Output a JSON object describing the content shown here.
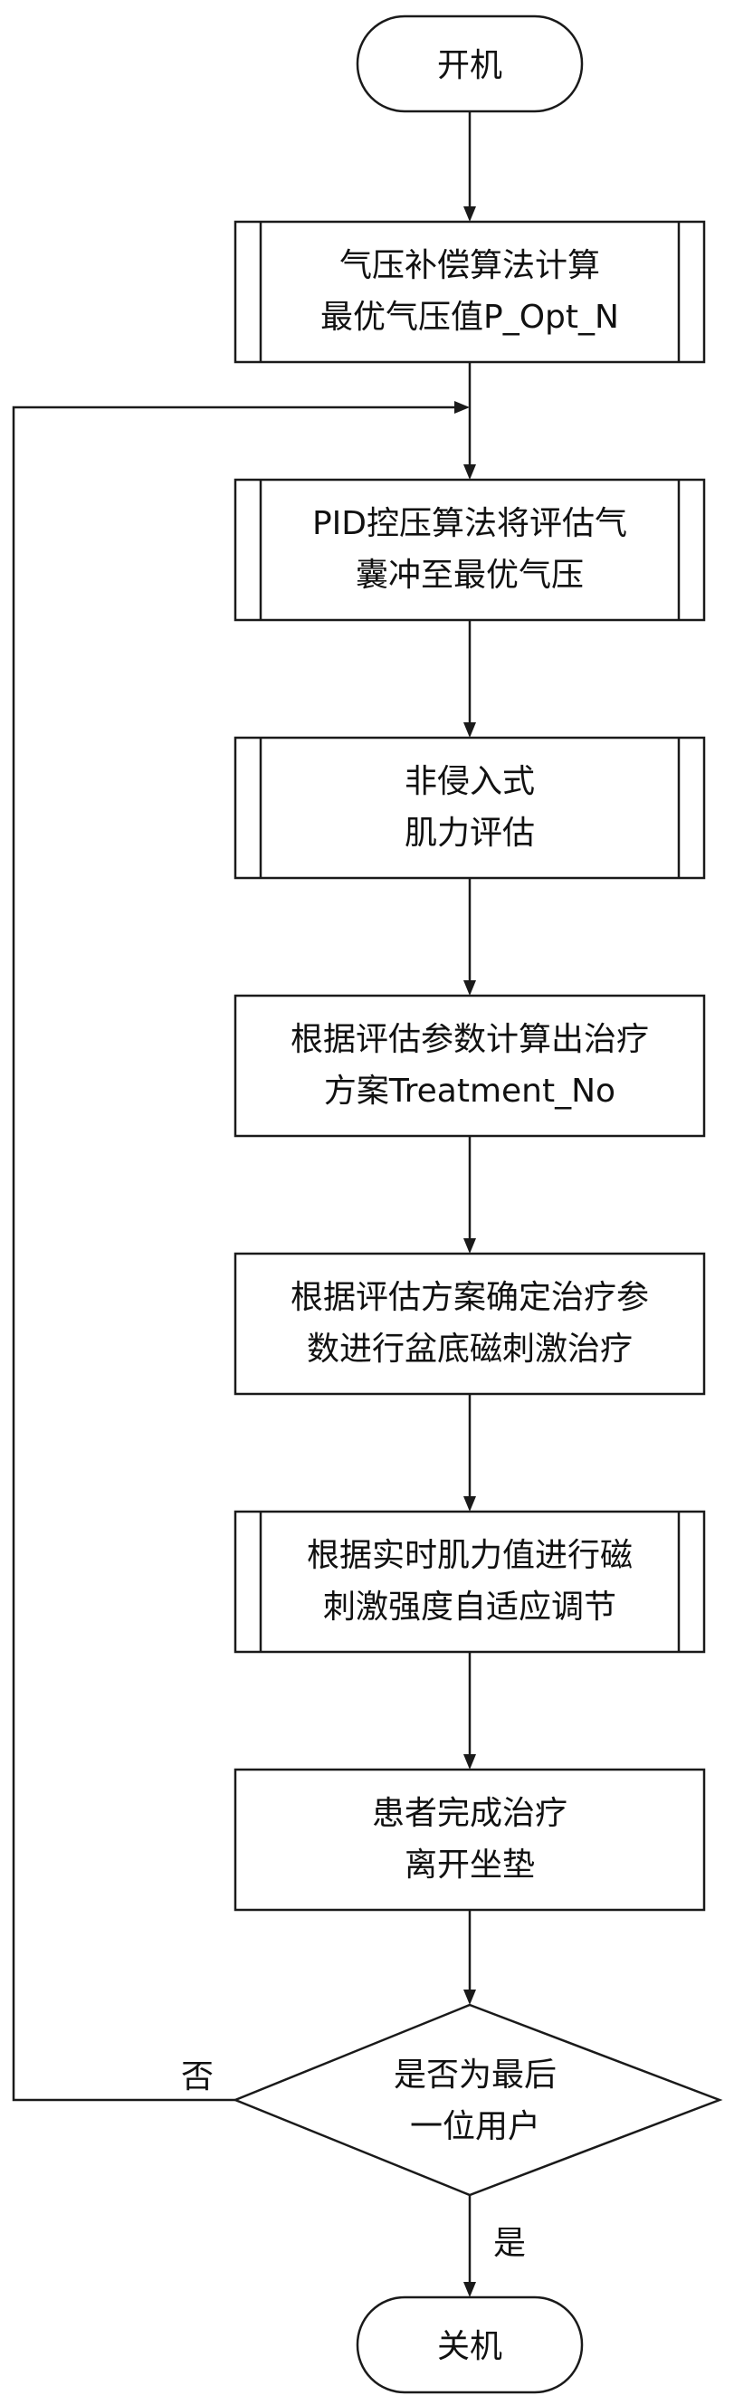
{
  "flowchart": {
    "start": {
      "label": "开机"
    },
    "steps": [
      {
        "lines": [
          "气压补偿算法计算",
          "最优气压值P_Opt_N"
        ],
        "kind": "predefined-process"
      },
      {
        "lines": [
          "PID控压算法将评估气",
          "囊冲至最优气压"
        ],
        "kind": "predefined-process"
      },
      {
        "lines": [
          "非侵入式",
          "肌力评估"
        ],
        "kind": "predefined-process"
      },
      {
        "lines": [
          "根据评估参数计算出治疗",
          "方案Treatment_No"
        ],
        "kind": "process"
      },
      {
        "lines": [
          "根据评估方案确定治疗参",
          "数进行盆底磁刺激治疗"
        ],
        "kind": "process"
      },
      {
        "lines": [
          "根据实时肌力值进行磁",
          "刺激强度自适应调节"
        ],
        "kind": "predefined-process"
      },
      {
        "lines": [
          "患者完成治疗",
          "离开坐垫"
        ],
        "kind": "process"
      }
    ],
    "decision": {
      "lines": [
        "是否为最后",
        "一位用户"
      ],
      "no_label": "否",
      "yes_label": "是"
    },
    "end": {
      "label": "关机"
    }
  }
}
